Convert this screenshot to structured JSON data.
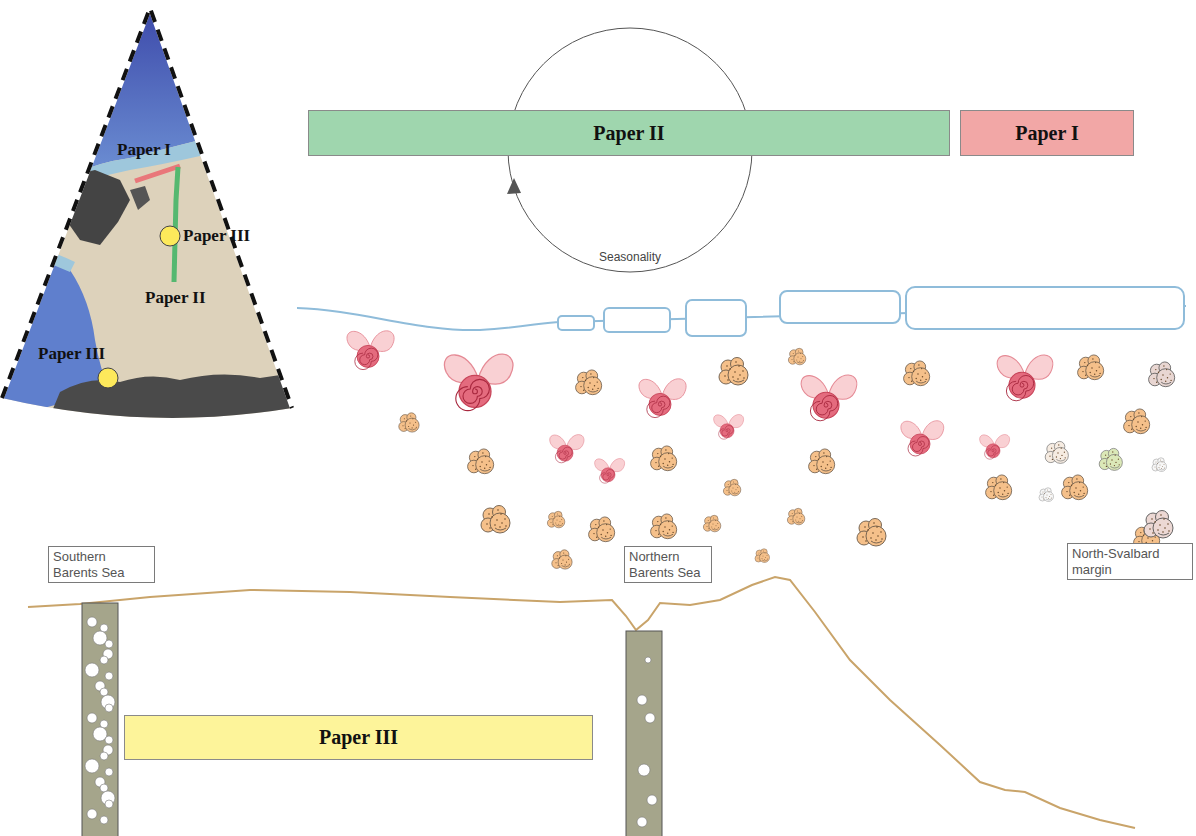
{
  "diagram": {
    "nodes": [
      {
        "text": [
          "Paper II"
        ]
      },
      {
        "text": [
          "Paper I"
        ]
      },
      {
        "text": [
          "Southern Barents Sea"
        ]
      },
      {
        "text": [
          "Northern Barents Sea"
        ]
      },
      {
        "text": [
          "North-Svalbard margin"
        ]
      },
      {
        "text": [
          "Paper III"
        ]
      }
    ],
    "labels": [
      "Paper I",
      "Paper III",
      "Paper II",
      "Paper III",
      "Seasonality"
    ]
  }
}
